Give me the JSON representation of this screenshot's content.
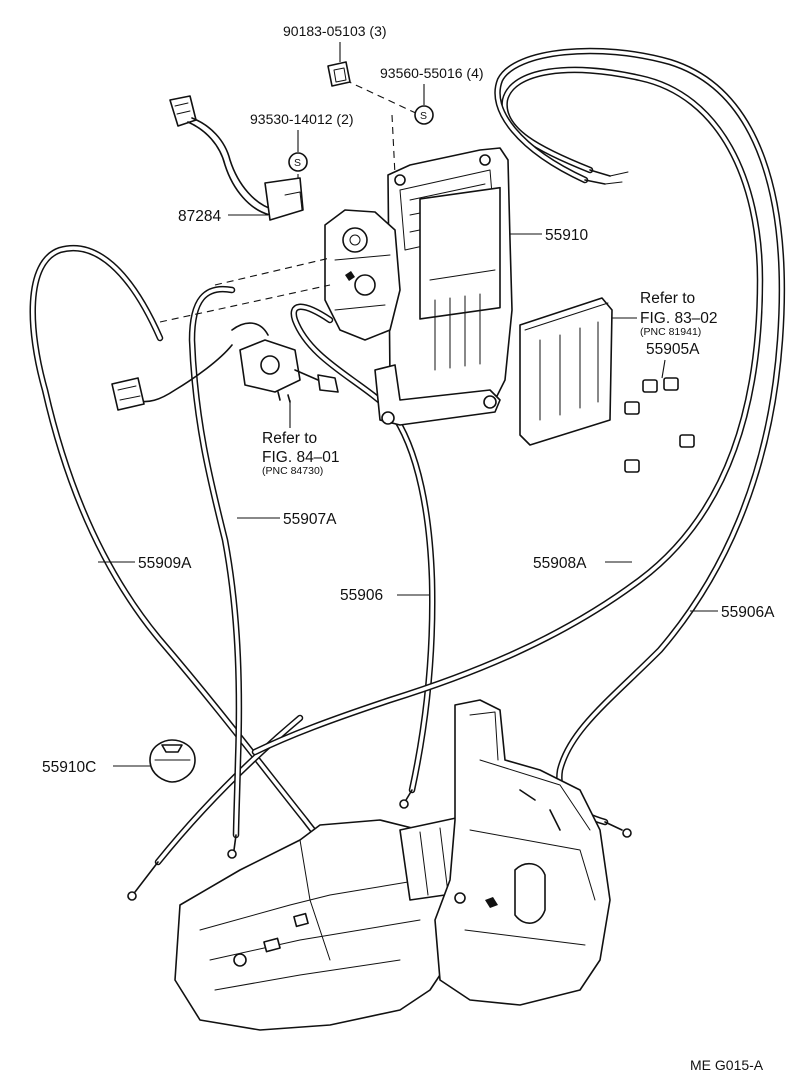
{
  "parts": {
    "p90183": "90183-05103 (3)",
    "p93560": "93560-55016 (4)",
    "p93530": "93530-14012 (2)",
    "p87284": "87284",
    "p55910": "55910",
    "p55905A": "55905A",
    "p55907A": "55907A",
    "p55909A": "55909A",
    "p55908A": "55908A",
    "p55906": "55906",
    "p55906A": "55906A",
    "p55910C": "55910C"
  },
  "refs": {
    "ref1": {
      "refer": "Refer to",
      "fig": "FIG. 83–02",
      "pnc": "(PNC 81941)"
    },
    "ref2": {
      "refer": "Refer to",
      "fig": "FIG. 84–01",
      "pnc": "(PNC 84730)"
    }
  },
  "symbols": {
    "s": "S"
  },
  "footer": {
    "code": "ME  G015-A"
  }
}
